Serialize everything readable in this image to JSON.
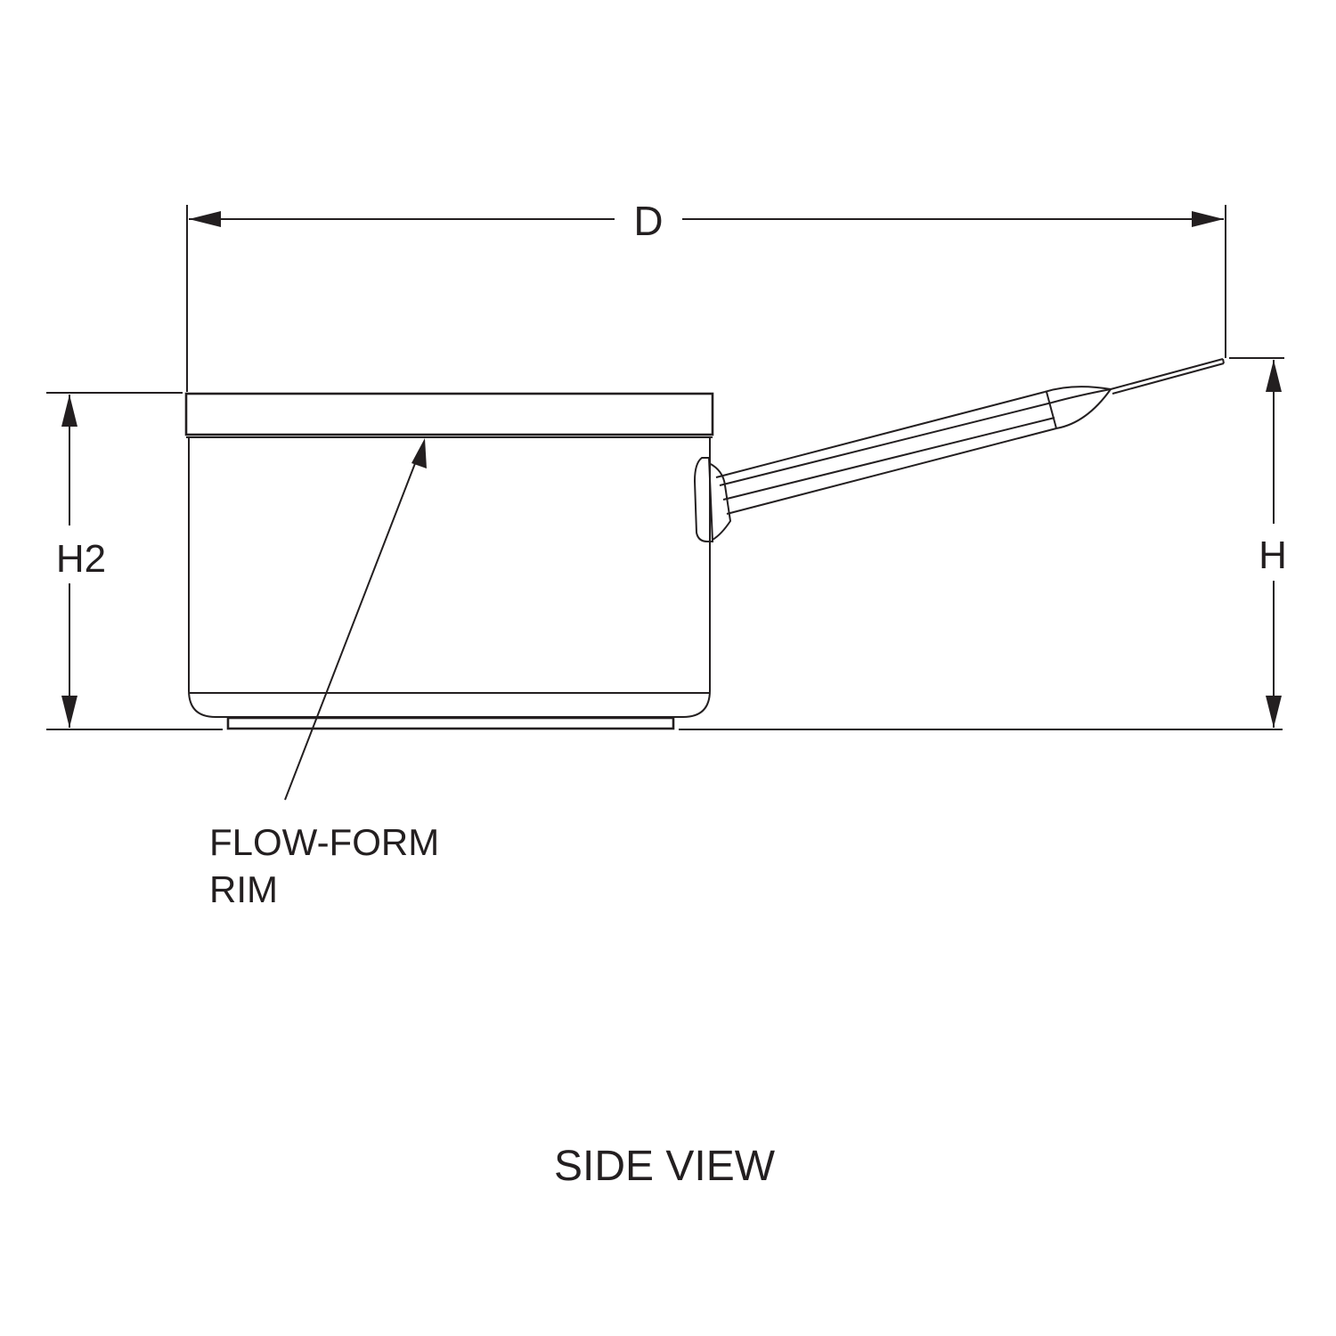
{
  "dimensions": {
    "depth_label": "D",
    "body_height_label": "H2",
    "overall_height_label": "H"
  },
  "callout": {
    "line1": "FLOW-FORM",
    "line2": "RIM"
  },
  "view_title": "SIDE VIEW"
}
